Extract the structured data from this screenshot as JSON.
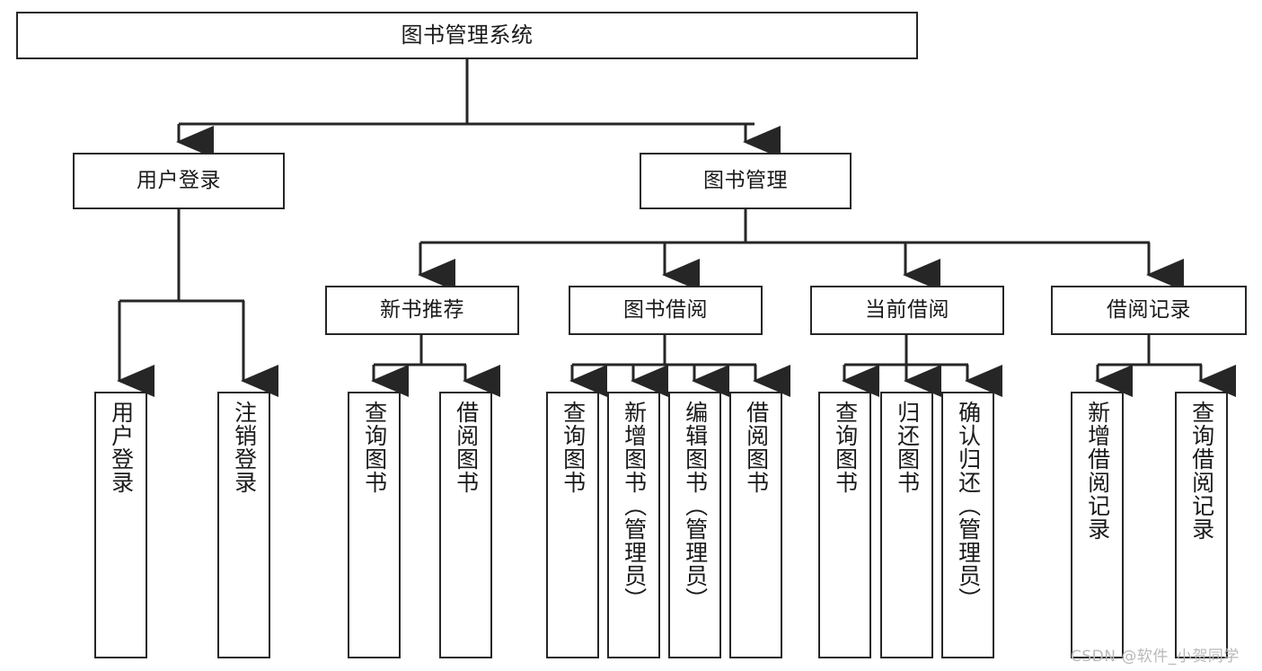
{
  "diagram": {
    "title": "图书管理系统",
    "type": "hierarchy-tree",
    "colors": {
      "stroke": "#262626",
      "box_fill": "#ffffff",
      "text": "#1a1a1a",
      "watermark": "#b9b9b9",
      "background": "#ffffff"
    },
    "root": {
      "label": "图书管理系统"
    },
    "level2": [
      {
        "id": "user-login",
        "label": "用户登录"
      },
      {
        "id": "book-management",
        "label": "图书管理"
      }
    ],
    "level3": [
      {
        "id": "new-book-recommend",
        "label": "新书推荐"
      },
      {
        "id": "book-borrow",
        "label": "图书借阅"
      },
      {
        "id": "current-borrow",
        "label": "当前借阅"
      },
      {
        "id": "borrow-record",
        "label": "借阅记录"
      }
    ],
    "leaves": {
      "user_login": [
        {
          "id": "leaf-user-login",
          "label": "用户登录"
        },
        {
          "id": "leaf-logout",
          "label": "注销登录"
        }
      ],
      "new_book_recommend": [
        {
          "id": "leaf-query-book-1",
          "label": "查询图书"
        },
        {
          "id": "leaf-borrow-book-1",
          "label": "借阅图书"
        }
      ],
      "book_borrow": [
        {
          "id": "leaf-query-book-2",
          "label": "查询图书"
        },
        {
          "id": "leaf-add-book",
          "label": "新增图书（管理员）"
        },
        {
          "id": "leaf-edit-book",
          "label": "编辑图书（管理员）"
        },
        {
          "id": "leaf-borrow-book-2",
          "label": "借阅图书"
        }
      ],
      "current_borrow": [
        {
          "id": "leaf-query-book-3",
          "label": "查询图书"
        },
        {
          "id": "leaf-return-book",
          "label": "归还图书"
        },
        {
          "id": "leaf-confirm-return",
          "label": "确认归还（管理员）"
        }
      ],
      "borrow_record": [
        {
          "id": "leaf-add-record",
          "label": "新增借阅记录"
        },
        {
          "id": "leaf-query-record",
          "label": "查询借阅记录"
        }
      ]
    }
  },
  "watermark": {
    "text": "CSDN @软件_小贺同学"
  }
}
